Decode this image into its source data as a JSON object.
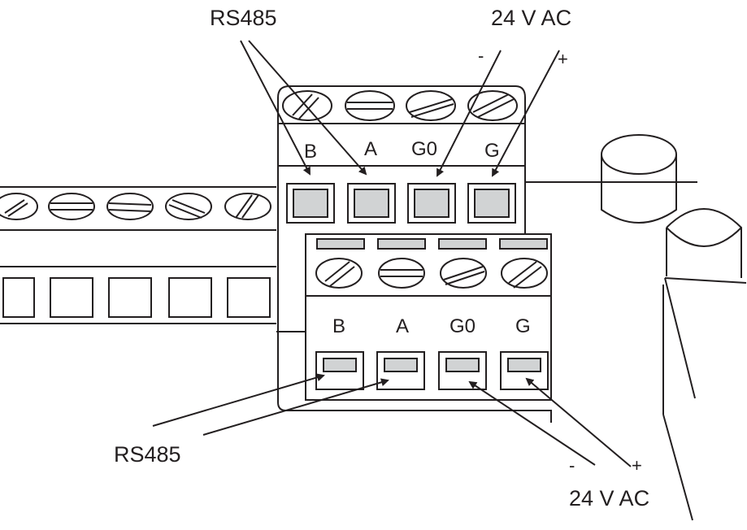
{
  "top_block": {
    "pins": [
      "B",
      "A",
      "G0",
      "G"
    ],
    "rs485_label": "RS485",
    "power_label": "24 V AC",
    "minus_sign": "-",
    "plus_sign": "+"
  },
  "bottom_block": {
    "pins": [
      "B",
      "A",
      "G0",
      "G"
    ],
    "rs485_label": "RS485",
    "power_label": "24 V AC",
    "minus_sign": "-",
    "plus_sign": "+"
  },
  "colors": {
    "line": "#231f20",
    "terminal_fill": "#d1d3d4",
    "background": "#ffffff"
  }
}
